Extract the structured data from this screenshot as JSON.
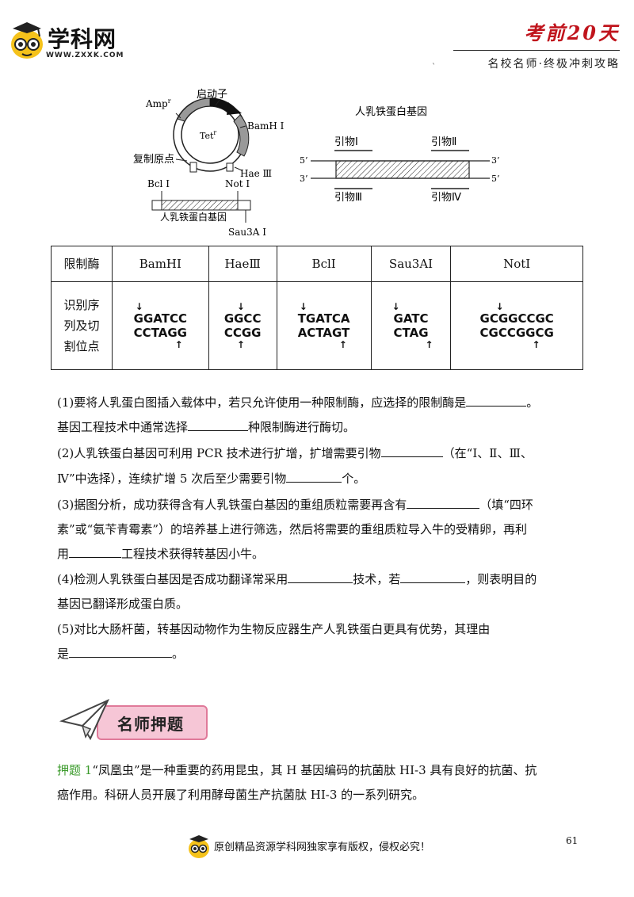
{
  "header": {
    "logo_text": "学科网",
    "logo_url": "WWW.ZXXK.COM",
    "title": "考前20天",
    "subtitle": "名校名师·终极冲刺攻略",
    "dot": "`"
  },
  "diagram": {
    "plasmid": {
      "promoter": "启动子",
      "ampr": "Amp",
      "ampr_sup": "r",
      "tetr": "Tet",
      "tetr_sup": "r",
      "bamhi": "BamH Ⅰ",
      "origin": "复制原点",
      "haeiii": "Hae Ⅲ",
      "bcli": "Bcl Ⅰ",
      "noti": "Not Ⅰ",
      "gene": "人乳铁蛋白基因",
      "sau3ai": "Sau3A Ⅰ"
    },
    "primers": {
      "title": "人乳铁蛋白基因",
      "p1": "引物Ⅰ",
      "p2": "引物Ⅱ",
      "p3": "引物Ⅲ",
      "p4": "引物Ⅳ",
      "l5": "5’",
      "l3": "3’",
      "r3": "3’",
      "r5": "5’"
    }
  },
  "table": {
    "header_label": "限制酶",
    "enzymes": [
      "BamHⅠ",
      "HaeⅢ",
      "BclⅠ",
      "Sau3AⅠ",
      "NotⅠ"
    ],
    "row_label": [
      "识别序",
      "列及切",
      "割位点"
    ],
    "seq_top": [
      "GGATCC",
      "GGCC",
      "TGATCA",
      "GATC",
      "GCGGCCGC"
    ],
    "seq_bottom": [
      "CCTAGG",
      "CCGG",
      "ACTAGT",
      "CTAG",
      "CGCCGGCG"
    ]
  },
  "questions": {
    "q1a": "(1)要将人乳蛋白图插入载体中，若只允许使用一种限制酶，应选择的限制酶是",
    "q1a_end": "。",
    "q1b": "基因工程技术中通常选择",
    "q1b_end": "种限制酶进行酶切。",
    "q2a": "(2)人乳铁蛋白基因可利用 PCR 技术进行扩增，扩增需要引物",
    "q2a_end": "（在“Ⅰ、Ⅱ、Ⅲ、",
    "q2b": "Ⅳ”中选择），连续扩增 5 次后至少需要引物",
    "q2b_end": "个。",
    "q3a": "(3)据图分析，成功获得含有人乳铁蛋白基因的重组质粒需要再含有",
    "q3a_end": "（填“四环",
    "q3b": "素”或“氨苄青霉素”）的培养基上进行筛选，然后将需要的重组质粒导入牛的受精卵，再利",
    "q3c": "用",
    "q3c_end": "工程技术获得转基因小牛。",
    "q4a": "(4)检测人乳铁蛋白基因是否成功翻译常采用",
    "q4a_mid": "技术，若",
    "q4a_end": "，则表明目的",
    "q4b": "基因已翻译形成蛋白质。",
    "q5a": "(5)对比大肠杆菌，转基因动物作为生物反应器生产人乳铁蛋白更具有优势，其理由",
    "q5b": "是",
    "q5b_end": "。"
  },
  "badge": {
    "label": "名师押题"
  },
  "exercise": {
    "label": "押题 1",
    "line1": "“凤凰虫”是一种重要的药用昆虫，其 H 基因编码的抗菌肽 HI-3 具有良好的抗菌、抗",
    "line2": "癌作用。科研人员开展了利用酵母菌生产抗菌肽 HI-3 的一系列研究。"
  },
  "footer": {
    "text": "原创精品资源学科网独家享有版权，侵权必究！",
    "page": "61"
  },
  "colors": {
    "accent_red": "#c0141c",
    "badge_pink": "#f6c6d6",
    "label_green": "#3a9a2a"
  }
}
